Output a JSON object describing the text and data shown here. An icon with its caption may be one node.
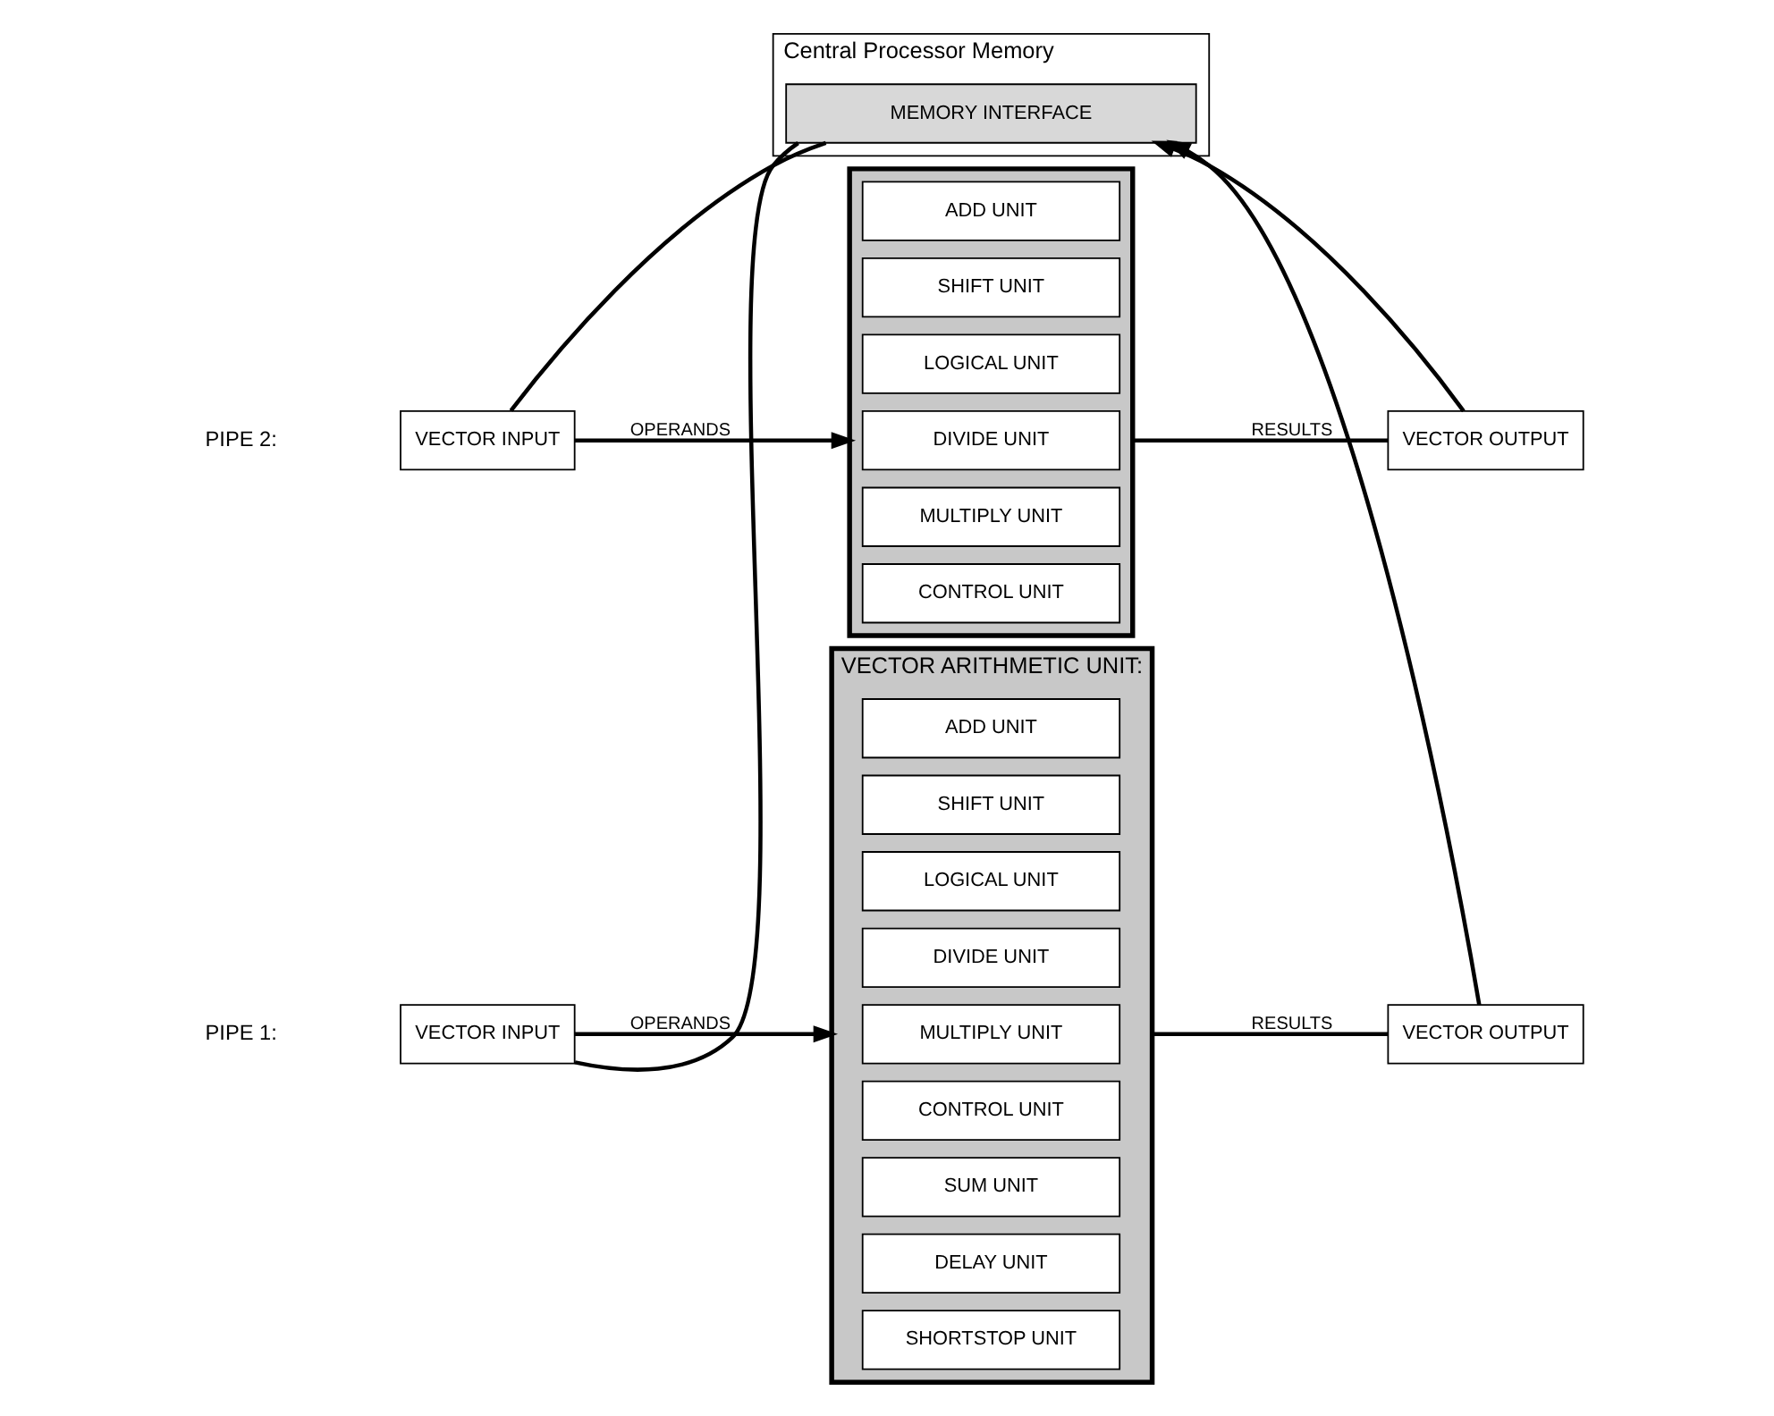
{
  "diagram": {
    "nodes": [
      {
        "text": [
          "VECTOR ARITHMETIC UNIT:"
        ]
      },
      {
        "text": [
          "ADD UNIT"
        ],
        "in": 0
      },
      {
        "text": [
          "SHIFT UNIT"
        ],
        "in": 0
      },
      {
        "text": [
          "LOGICAL UNIT"
        ],
        "in": 0
      },
      {
        "text": [
          "DIVIDE UNIT"
        ],
        "in": 0
      },
      {
        "text": [
          "MULTIPLY UNIT"
        ],
        "in": 0
      },
      {
        "text": [
          "CONTROL UNIT"
        ],
        "in": 0
      },
      {
        "text": [
          "SUM UNIT"
        ],
        "in": 0
      },
      {
        "text": [
          "DELAY UNIT"
        ],
        "in": 0
      },
      {
        "text": [
          "SHORTSTOP UNIT"
        ],
        "in": 0
      },
      {
        "text": [
          "VECTOR INPUT"
        ]
      },
      {
        "text": [
          "VECTOR OUTPUT"
        ]
      },
      {
        "text": [
          "Central Processor Memory"
        ]
      },
      {
        "text": [
          "MEMORY INTERFACE"
        ],
        "in": 12
      },
      {
        "text": [],
        "shape": "box"
      },
      {
        "text": [
          "ADD UNIT"
        ],
        "in": 14
      },
      {
        "text": [
          "SHIFT UNIT"
        ],
        "in": 14
      },
      {
        "text": [
          "LOGICAL UNIT"
        ],
        "in": 14
      },
      {
        "text": [
          "DIVIDE UNIT"
        ],
        "in": 14
      },
      {
        "text": [
          "MULTIPLY UNIT"
        ],
        "in": 14
      },
      {
        "text": [
          "CONTROL UNIT"
        ],
        "in": 14
      },
      {
        "text": [
          "VECTOR INPUT"
        ]
      },
      {
        "text": [
          "VECTOR OUTPUT"
        ]
      }
    ],
    "edges": [
      {
        "from": 13,
        "to": 10,
        "arrow": "none"
      },
      {
        "from": 10,
        "to": 0,
        "arrow": "to",
        "label": "OPERANDS"
      },
      {
        "from": 0,
        "to": 11,
        "arrow": "none",
        "label": "RESULTS"
      },
      {
        "from": 11,
        "to": 13,
        "arrow": "to"
      },
      {
        "from": 13,
        "to": 21,
        "arrow": "none"
      },
      {
        "from": 21,
        "to": 14,
        "arrow": "to",
        "label": "OPERANDS"
      },
      {
        "from": 14,
        "to": 22,
        "arrow": "none",
        "label": "RESULTS"
      },
      {
        "from": 22,
        "to": 13,
        "arrow": "to"
      }
    ],
    "labels": [
      "PIPE 1:",
      "PIPE 2:"
    ]
  }
}
